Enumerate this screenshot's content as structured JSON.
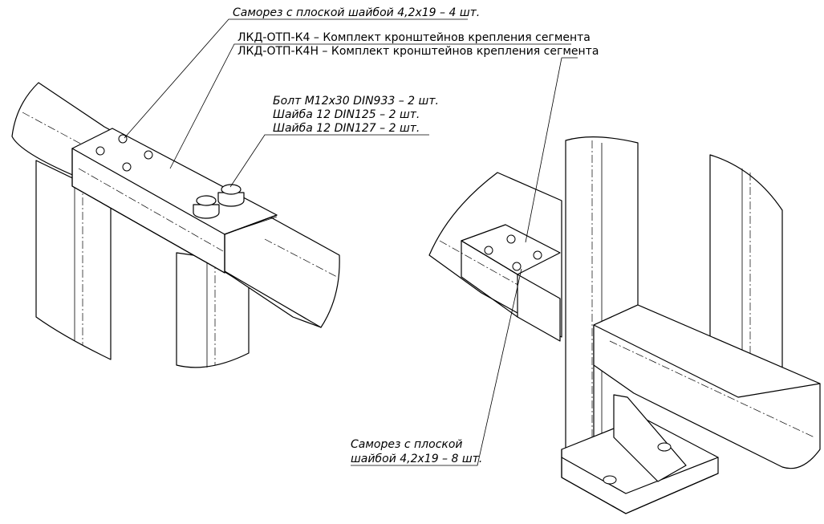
{
  "callouts": {
    "screw_top": "Саморез с плоской шайбой 4,2x19 – 4 шт.",
    "kit_k4": "ЛКД-ОТП-К4 – Комплект кронштейнов крепления сегмента",
    "kit_k4n": "ЛКД-ОТП-К4Н – Комплект кронштейнов крепления сегмента",
    "bolt": "Болт M12x30 DIN933 – 2 шт.",
    "washer_125": "Шайба 12 DIN125 – 2 шт.",
    "washer_127": "Шайба 12 DIN127 – 2 шт.",
    "screw_bottom_1": "Саморез с плоской",
    "screw_bottom_2": "шайбой 4,2x19 – 8 шт."
  },
  "colors": {
    "line": "#000000",
    "background": "#ffffff"
  }
}
